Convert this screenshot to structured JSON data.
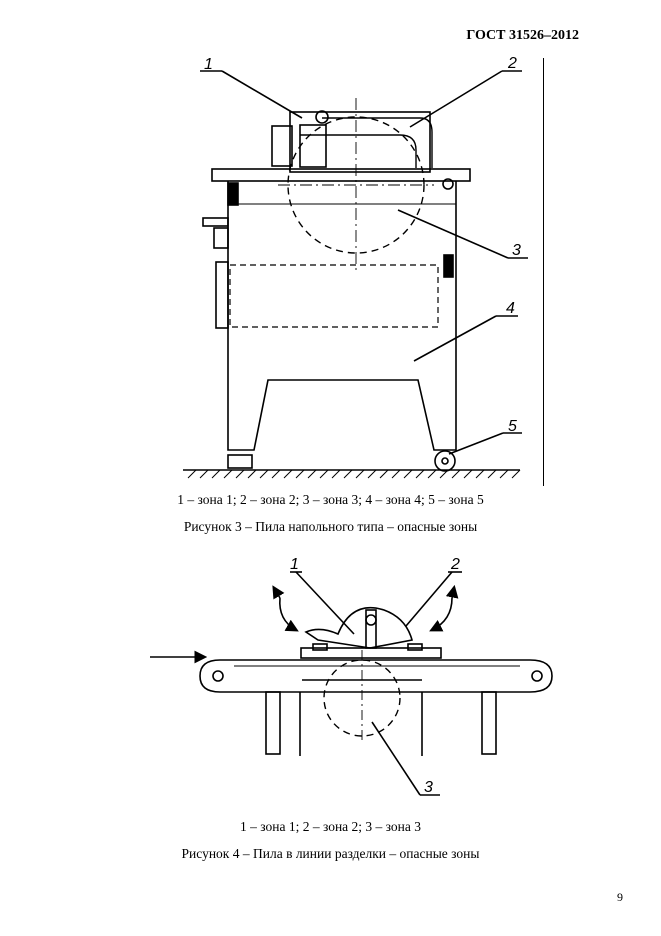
{
  "header": {
    "standard": "ГОСТ 31526–2012"
  },
  "figure3": {
    "labels": [
      "1",
      "2",
      "3",
      "4",
      "5"
    ],
    "legend": "1 – зона 1; 2 – зона 2; 3 – зона 3; 4 – зона 4; 5 – зона 5",
    "caption": "Рисунок 3 – Пила напольного типа – опасные зоны"
  },
  "figure4": {
    "labels": [
      "1",
      "2",
      "3"
    ],
    "legend": "1 – зона 1; 2 – зона 2; 3 – зона 3",
    "caption": "Рисунок 4 – Пила в линии разделки – опасные зоны"
  },
  "page_number": "9"
}
